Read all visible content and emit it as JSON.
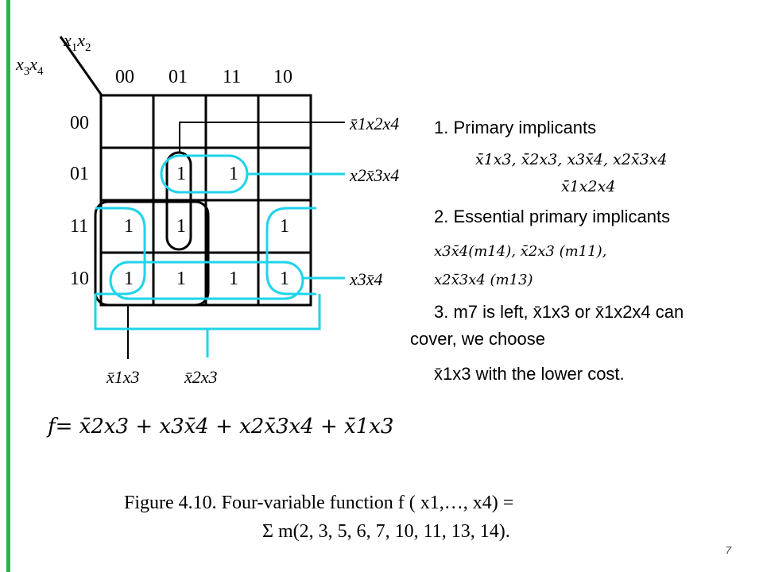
{
  "kmap": {
    "corner_top": "x1x2",
    "corner_left": "x3x4",
    "col_headers": [
      "00",
      "01",
      "11",
      "10"
    ],
    "row_headers": [
      "00",
      "01",
      "11",
      "10"
    ],
    "cells": [
      [
        "",
        "",
        "",
        ""
      ],
      [
        "",
        "1",
        "1",
        ""
      ],
      [
        "1",
        "1",
        "",
        "1"
      ],
      [
        "1",
        "1",
        "1",
        "1"
      ]
    ],
    "ones": "1",
    "term_labels": {
      "t1": "x̄1x2x4",
      "t2": "x2x̄3x4",
      "t3": "x3x̄4",
      "t4": "x̄1x3",
      "t5": "x̄2x3"
    },
    "colors": {
      "grid": "#000000",
      "loop_cyan": "#1fd3ea",
      "loop_black": "#000000",
      "accent_bar": "#27b34a"
    }
  },
  "right_panel": {
    "item1_title": "1. Primary implicants",
    "item1_list_a": "x̄1x3, x̄2x3, x3x̄4, x2x̄3x4",
    "item1_list_b": "x̄1x2x4",
    "item2_title": "2. Essential primary implicants",
    "item2_line_a": "x3x̄4(m14), x̄2x3 (m11),",
    "item2_line_b": "x2x̄3x4 (m13)",
    "item3_line_a": "3. m7 is left, x̄1x3 or x̄1x2x4 can",
    "item3_line_b": "cover, we choose",
    "item3_line_c": "x̄1x3 with the lower cost."
  },
  "formula": "f= x̄2x3 + x3x̄4 + x2x̄3x4 + x̄1x3",
  "caption": {
    "line1": "Figure 4.10.   Four-variable function f ( x1,…, x4) =",
    "line2": "Σ m(2, 3, 5, 6, 7, 10, 11, 13, 14)."
  },
  "page_number": "7"
}
